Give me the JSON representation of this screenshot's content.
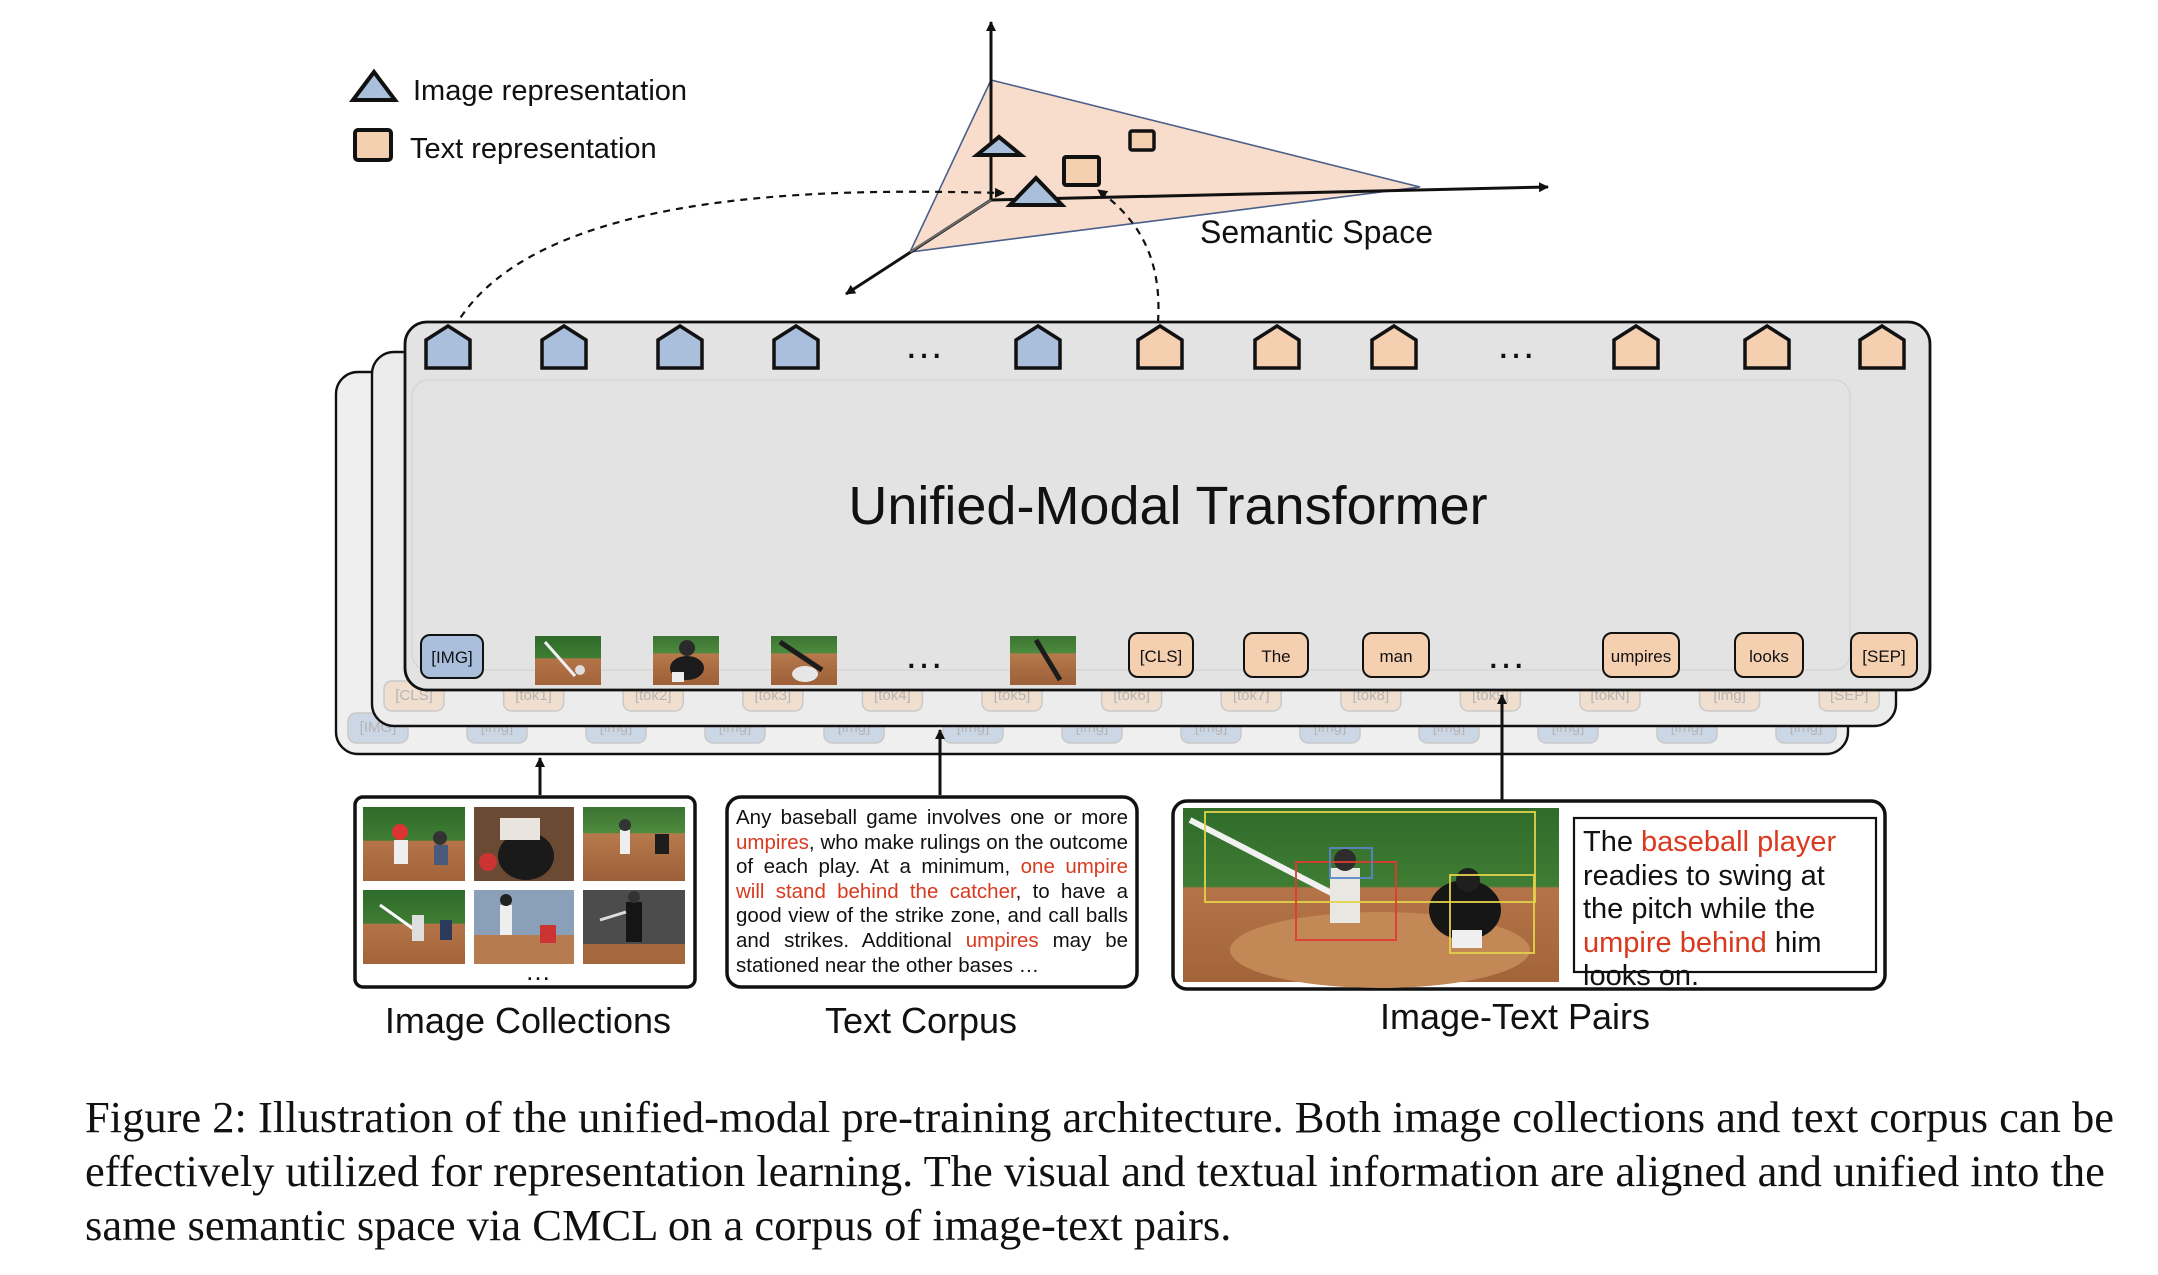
{
  "legend": {
    "image_label": "Image representation",
    "text_label": "Text representation"
  },
  "semantic_space_label": "Semantic Space",
  "transformer": {
    "title": "Unified-Modal Transformer",
    "dots": "…",
    "front_tokens": [
      "[IMG]",
      "[CLS]",
      "The",
      "man",
      "umpires",
      "looks",
      "[SEP]"
    ],
    "middle_tokens": [
      "[CLS]",
      "[tok1]",
      "[tok2]",
      "[tok3]",
      "[tok4]",
      "[tok5]",
      "[tok6]",
      "[tok7]",
      "[tok8]",
      "[tok9]",
      "[tokN]",
      "[img]",
      "[SEP]"
    ],
    "back_tokens": [
      "[IMG]",
      "[img]",
      "[img]",
      "[img]",
      "[img]",
      "[img]",
      "[img]",
      "[img]",
      "[img]",
      "[img]",
      "[img]",
      "[img]",
      "[img]"
    ]
  },
  "inputs": {
    "image_collections": "Image Collections",
    "text_corpus": "Text Corpus",
    "image_text_pairs": "Image-Text Pairs",
    "collections_dots": "…"
  },
  "corpus": [
    {
      "t": "Any baseball game involves one or more ",
      "hl": false
    },
    {
      "t": "umpires",
      "hl": true
    },
    {
      "t": ", who make rulings on the outcome of each play. At a minimum, ",
      "hl": false
    },
    {
      "t": "one umpire will stand behind the catcher",
      "hl": true
    },
    {
      "t": ", to have a good view of the strike zone, and call balls and strikes. Additional ",
      "hl": false
    },
    {
      "t": "umpires",
      "hl": true
    },
    {
      "t": " may be stationed near the other bases …",
      "hl": false
    }
  ],
  "pair_caption": [
    {
      "t": "The ",
      "hl": false
    },
    {
      "t": "baseball player",
      "hl": true
    },
    {
      "t": " readies to swing at the pitch while the ",
      "hl": false
    },
    {
      "t": "umpire behind",
      "hl": true
    },
    {
      "t": " him looks on.",
      "hl": false
    }
  ],
  "caption": "Figure 2: Illustration of the unified-modal pre-training architecture. Both image collections and text corpus can be effectively utilized for representation learning. The visual and textual information are aligned and unified into the same semantic space via CMCL on a corpus of image-text pairs.",
  "colors": {
    "image_rep": "#a9bfdc",
    "text_rep": "#f4cfb0",
    "highlight": "#d93a1f",
    "panel": "#e3e3e3",
    "plane": "#f8ddcc"
  }
}
